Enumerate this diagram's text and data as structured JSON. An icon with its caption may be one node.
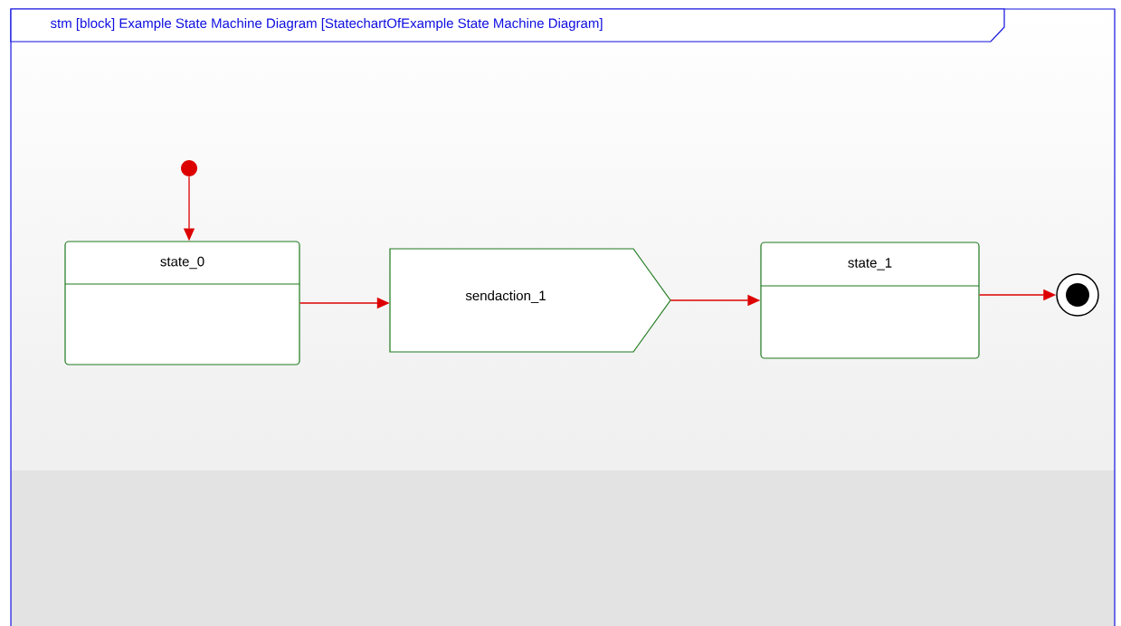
{
  "diagram": {
    "title": "stm [block] Example State Machine Diagram [StatechartOfExample State Machine Diagram]",
    "nodes": [
      {
        "text": [],
        "shape": "circle"
      },
      {
        "text": [
          "state_0"
        ]
      },
      {
        "text": [
          "sendaction_1"
        ]
      },
      {
        "text": [
          "state_1"
        ]
      },
      {
        "text": [],
        "shape": "circle"
      }
    ],
    "edges": [
      {
        "from": 0,
        "to": 1,
        "arrow": "to"
      },
      {
        "from": 1,
        "to": 2,
        "arrow": "to"
      },
      {
        "from": 2,
        "to": 3,
        "arrow": "to"
      },
      {
        "from": 3,
        "to": 4,
        "arrow": "to"
      }
    ]
  }
}
